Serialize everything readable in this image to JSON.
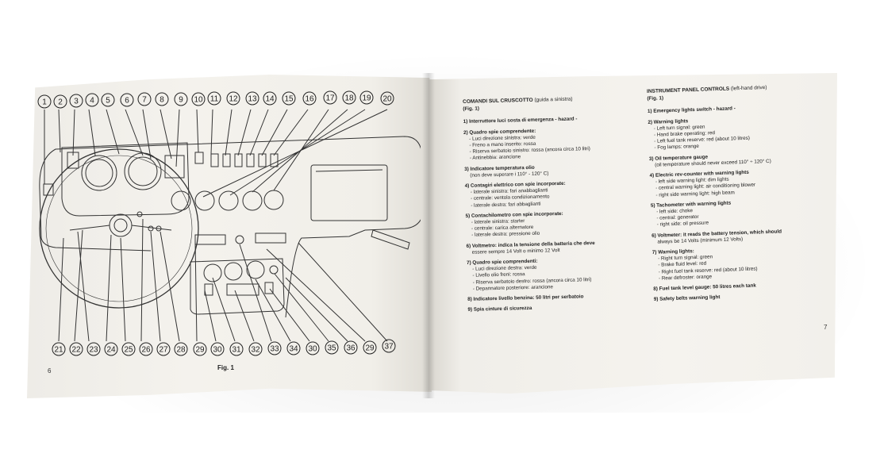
{
  "left_page": {
    "page_number": "6",
    "fig_caption": "Fig. 1",
    "callouts_top": [
      "1",
      "2",
      "3",
      "4",
      "5",
      "6",
      "7",
      "8",
      "9",
      "10",
      "11",
      "12",
      "13",
      "14",
      "15",
      "16",
      "17",
      "18",
      "19",
      "20"
    ],
    "callouts_bottom": [
      "21",
      "22",
      "23",
      "24",
      "25",
      "26",
      "27",
      "28",
      "29",
      "30",
      "31",
      "32",
      "33",
      "34",
      "30",
      "35",
      "36",
      "29",
      "37"
    ]
  },
  "right_page": {
    "page_number": "7",
    "italian": {
      "heading": "COMANDI SUL CRUSCOTTO",
      "heading_paren": "(guida a sinistra)",
      "heading_sub": "(Fig. 1)",
      "items": [
        {
          "title": "1) Interruttore luci sosta di emergenza - hazard -",
          "desc": "",
          "subs": []
        },
        {
          "title": "2) Quadro spie comprendente:",
          "desc": "",
          "subs": [
            "- Luci direzione sinistra: verde",
            "- Freno a mano inserito: rossa",
            "- Riserva serbatoio sinistro: rossa (ancora circa 10 litri)",
            "- Antinebbia: arancione"
          ]
        },
        {
          "title": "3) Indicatore temperatura olio",
          "desc": "(non deve superare i 110° - 120° C)",
          "subs": []
        },
        {
          "title": "4) Contagiri elettrico con spie incorporate:",
          "desc": "",
          "subs": [
            "- laterale sinistra: fari anabbaglianti",
            "- centrale: ventola condizionamento",
            "- laterale destra: fari abbaglianti"
          ]
        },
        {
          "title": "5) Contachilometro con spie incorporate:",
          "desc": "",
          "subs": [
            "- laterale sinistra: starter",
            "- centrale: carica alternatore",
            "- laterale destra: pressione olio"
          ]
        },
        {
          "title": "6) Voltmetro: indica la tensione della batteria che deve",
          "desc": "essere sempre 14 Volt o minimo 12 Volt",
          "subs": []
        },
        {
          "title": "7) Quadro spie comprendenti:",
          "desc": "",
          "subs": [
            "- Luci direzione destra: verde",
            "- Livello olio freni: rossa",
            "- Riserva serbatoio destro: rossa (ancora circa 10 litri)",
            "- Depannatore posteriore: arancione"
          ]
        },
        {
          "title": "8) Indicatore livello benzina: 50 litri per serbatoio",
          "desc": "",
          "subs": []
        },
        {
          "title": "9) Spia cinture di sicurezza",
          "desc": "",
          "subs": []
        }
      ]
    },
    "english": {
      "heading": "INSTRUMENT PANEL CONTROLS",
      "heading_paren": "(left-hand drive)",
      "heading_sub": "(Fig. 1)",
      "items": [
        {
          "title": "1) Emergency lights switch - hazard -",
          "desc": "",
          "subs": []
        },
        {
          "title": "2) Warning lights",
          "desc": "",
          "subs": [
            "- Left turn signal: green",
            "- Hand brake operating: red",
            "- Left fuel tank reserve: red (about 10 litres)",
            "- Fog lamps: orange"
          ]
        },
        {
          "title": "3) Oil temperature gauge",
          "desc": "(oil temperature should never exceed 110° ÷ 120° C)",
          "subs": []
        },
        {
          "title": "4) Electric rev-counter with warning lights",
          "desc": "",
          "subs": [
            "- left side warning light: dim lights",
            "- central warning light: air conditioning blower",
            "- right side warning light: high beam"
          ]
        },
        {
          "title": "5) Tachometer with warning lights",
          "desc": "",
          "subs": [
            "- left side: choke",
            "- central: generator",
            "- right side: oil pressure"
          ]
        },
        {
          "title": "6) Voltmeter: it reads the battery tension, which should",
          "desc": "always be 14 Volts (minimum 12 Volts)",
          "subs": []
        },
        {
          "title": "7) Warning lights:",
          "desc": "",
          "subs": [
            "- Right turn signal: green",
            "- Brake fluid level: red",
            "- Right fuel tank reserve: red (about 10 litres)",
            "- Rear defroster: orange"
          ]
        },
        {
          "title": "8) Fuel tank level gauge: 50 litres each tank",
          "desc": "",
          "subs": []
        },
        {
          "title": "9) Safety belts warning light",
          "desc": "",
          "subs": []
        }
      ]
    }
  }
}
